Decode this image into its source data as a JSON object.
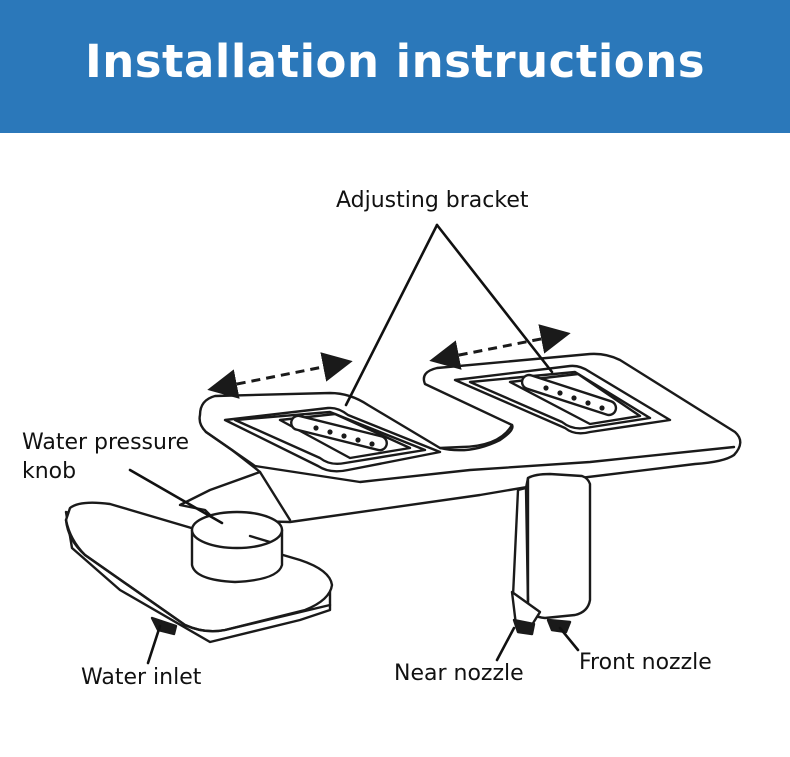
{
  "header": {
    "title": "Installation instructions"
  },
  "colors": {
    "banner": "#2b78ba",
    "line": "#1a1a1a"
  },
  "labels": {
    "adjusting_bracket": "Adjusting bracket",
    "water_pressure_knob_line1": "Water pressure",
    "water_pressure_knob_line2": "knob",
    "water_inlet": "Water inlet",
    "near_nozzle": "Near nozzle",
    "front_nozzle": "Front nozzle"
  }
}
